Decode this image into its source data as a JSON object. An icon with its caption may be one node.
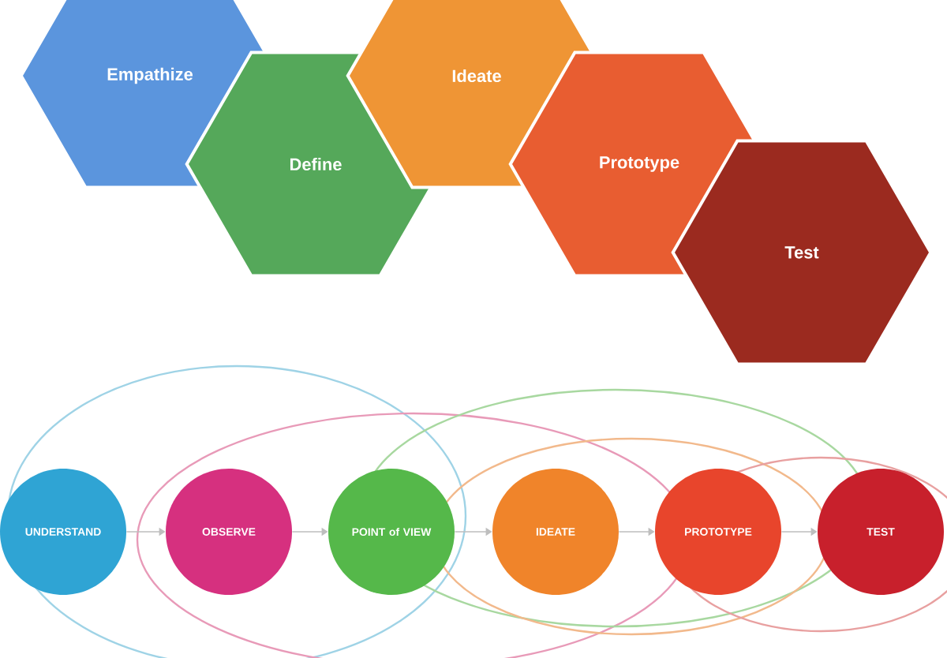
{
  "diagram": {
    "nodes": [
      {
        "text": [
          "Empathize"
        ]
      },
      {
        "text": [
          "Define"
        ]
      },
      {
        "text": [
          "Ideate"
        ]
      },
      {
        "text": [
          "Prototype"
        ]
      },
      {
        "text": [
          "Test"
        ]
      },
      {
        "text": [
          "UNDERSTAND"
        ]
      },
      {
        "text": [
          "OBSERVE"
        ]
      },
      {
        "text": [
          "POINT of VIEW"
        ]
      },
      {
        "text": [
          "IDEATE"
        ]
      },
      {
        "text": [
          "PROTOTYPE"
        ]
      },
      {
        "text": [
          "TEST"
        ]
      }
    ],
    "edges": [
      {
        "from": 5,
        "to": 6,
        "arrow": "to"
      },
      {
        "from": 6,
        "to": 7,
        "arrow": "to"
      },
      {
        "from": 7,
        "to": 8,
        "arrow": "to"
      },
      {
        "from": 8,
        "to": 9,
        "arrow": "to"
      },
      {
        "from": 9,
        "to": 10,
        "arrow": "to"
      }
    ]
  }
}
